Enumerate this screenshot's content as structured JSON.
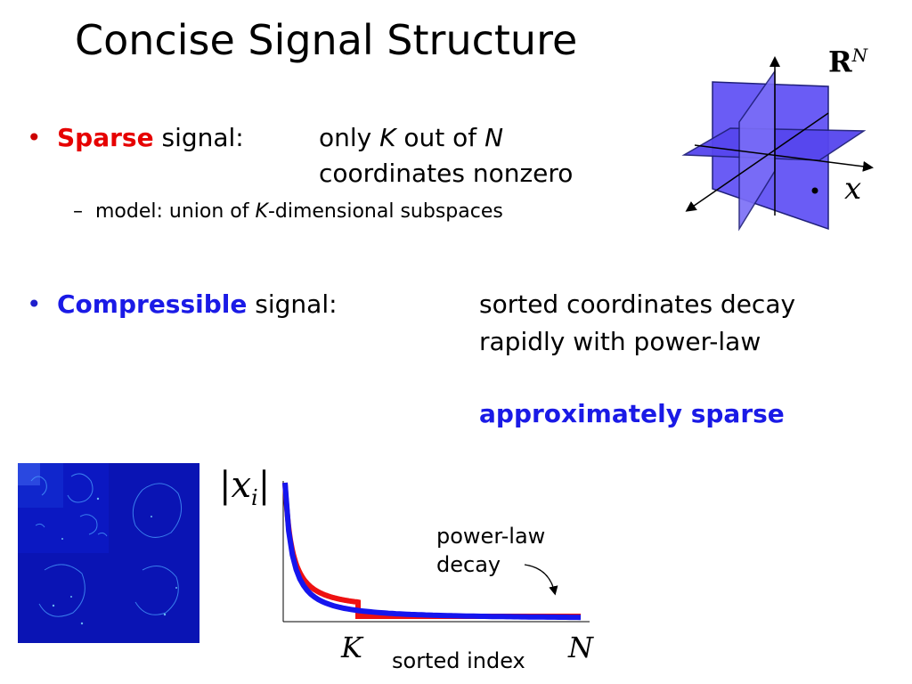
{
  "title": "Concise Signal Structure",
  "sparse": {
    "bullet": "•",
    "keyword": "Sparse",
    "rest": " signal:",
    "desc_pre": "only ",
    "desc_k": "K",
    "desc_mid": " out of ",
    "desc_n": "N",
    "desc_line2": "coordinates nonzero",
    "sub_dash": "–",
    "sub_pre": "model:  union of ",
    "sub_k": "K",
    "sub_post": "-dimensional subspaces"
  },
  "compressible": {
    "bullet": "•",
    "keyword": "Compressible",
    "rest": " signal:",
    "desc_line1": "sorted coordinates decay",
    "desc_line2": "rapidly with power-law",
    "emphasis": "approximately sparse"
  },
  "space_figure": {
    "space_label_base": "R",
    "space_label_sup": "N",
    "point_label": "x",
    "plane_color": "#6a5cf5"
  },
  "plot": {
    "ylabel": "|x",
    "ylabel_sub": "i",
    "ylabel_end": "|",
    "tick_k": "K",
    "tick_n": "N",
    "xlabel": "sorted index",
    "annotation_line1": "power-law",
    "annotation_line2": "decay",
    "sparse_color": "#ee1111",
    "compressible_color": "#1515ee"
  },
  "image": {
    "background_color": "#0a14b4"
  }
}
